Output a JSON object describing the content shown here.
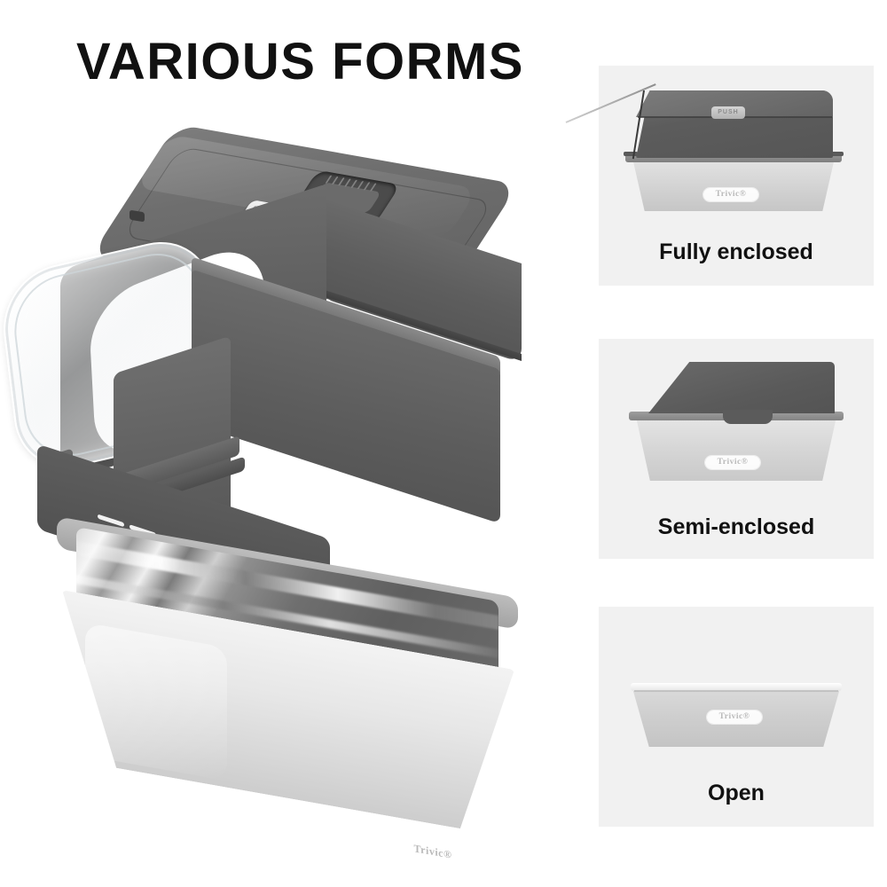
{
  "title": "VARIOUS FORMS",
  "brand": "Trivic®",
  "product": {
    "type": "cat-litter-box",
    "push_button_label": "PUSH",
    "parts": [
      "hood-with-transparent-door",
      "carry-handle",
      "filter-vent",
      "inner-shield",
      "sifting-tray",
      "stainless-steel-liner",
      "base-pan"
    ]
  },
  "panels": [
    {
      "id": "fully-enclosed",
      "label": "Fully enclosed",
      "push_label": "PUSH",
      "brand": "Trivic®"
    },
    {
      "id": "semi-enclosed",
      "label": "Semi-enclosed",
      "brand": "Trivic®"
    },
    {
      "id": "open",
      "label": "Open",
      "brand": "Trivic®"
    }
  ],
  "colors": {
    "background": "#ffffff",
    "panel_background": "#f1f1f1",
    "text": "#111111",
    "hood_dark_gray": "#5e5e5e",
    "base_light_gray": "#e3e3e3",
    "steel": "#c8c8c8",
    "badge_gray": "#d4d4d4"
  }
}
